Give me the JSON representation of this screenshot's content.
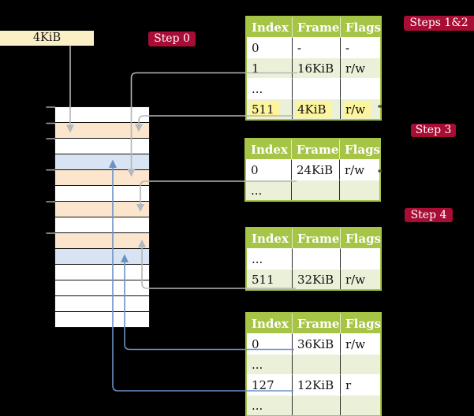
{
  "source_box": {
    "label": "4KiB"
  },
  "badges": {
    "step0": "Step 0",
    "steps12": "Steps 1&2",
    "step3": "Step 3",
    "step4": "Step 4"
  },
  "memory_column": {
    "description": "physical memory frames, one row = 4KiB frame",
    "rows": [
      "free",
      "pagetable",
      "free",
      "mapped",
      "pagetable",
      "free",
      "pagetable",
      "free",
      "pagetable",
      "mapped",
      "free",
      "free",
      "free",
      "free"
    ]
  },
  "tables": {
    "t1": {
      "headers": [
        "Index",
        "Frame",
        "Flags"
      ],
      "rows": [
        [
          "0",
          "-",
          "-"
        ],
        [
          "1",
          "16KiB",
          "r/w"
        ],
        [
          "...",
          "",
          ""
        ],
        [
          "511",
          "4KiB",
          "r/w"
        ]
      ]
    },
    "t2": {
      "headers": [
        "Index",
        "Frame",
        "Flags"
      ],
      "rows": [
        [
          "0",
          "24KiB",
          "r/w"
        ],
        [
          "...",
          "",
          ""
        ]
      ]
    },
    "t3": {
      "headers": [
        "Index",
        "Frame",
        "Flags"
      ],
      "rows": [
        [
          "...",
          "",
          ""
        ],
        [
          "511",
          "32KiB",
          "r/w"
        ]
      ]
    },
    "t4": {
      "headers": [
        "Index",
        "Frame",
        "Flags"
      ],
      "rows": [
        [
          "0",
          "36KiB",
          "r/w"
        ],
        [
          "...",
          "",
          ""
        ],
        [
          "127",
          "12KiB",
          "r"
        ],
        [
          "...",
          "",
          ""
        ]
      ]
    }
  },
  "colors": {
    "badge_red": "#a80d35",
    "table_green": "#a6c546",
    "row_light_green": "#ebf0d9",
    "frame_orange": "#fce5cd",
    "frame_blue": "#d8e4f3",
    "highlight_yellow": "#fdf49e",
    "source_box_cream": "#fbf0c5",
    "connector_gray": "#b5b5b5",
    "connector_blue": "#6c92c4"
  }
}
